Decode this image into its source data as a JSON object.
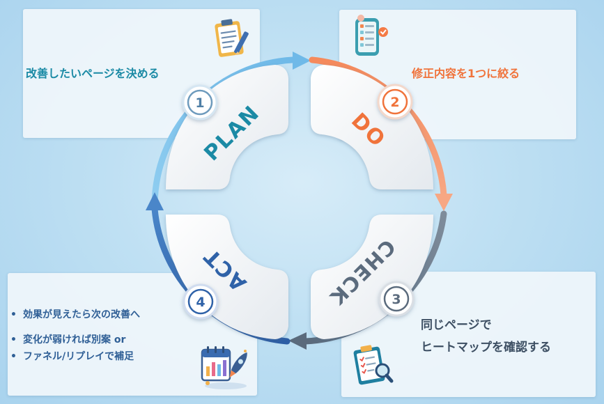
{
  "steps": {
    "plan": {
      "number": "1",
      "label": "PLAN",
      "text": "改善したいページを決める",
      "color": "#1b8aa5"
    },
    "do": {
      "number": "2",
      "label": "DO",
      "text": "修正内容を1つに絞る",
      "color": "#f0733b"
    },
    "check": {
      "number": "3",
      "label": "CHECK",
      "text_line1": "同じページで",
      "text_line2": "ヒートマップを確認する",
      "color": "#5b6b7d"
    },
    "act": {
      "number": "4",
      "label": "ACT",
      "bullets": [
        "効果が見えたら次の改善へ",
        "変化が弱ければ別案 or",
        "ファネル/リプレイで補足"
      ],
      "color": "#2f62a8"
    }
  },
  "icons": {
    "plan": "clipboard-pencil-icon",
    "do": "phone-checklist-icon",
    "check": "clipboard-magnifier-icon",
    "act": "calendar-rocket-icon"
  }
}
